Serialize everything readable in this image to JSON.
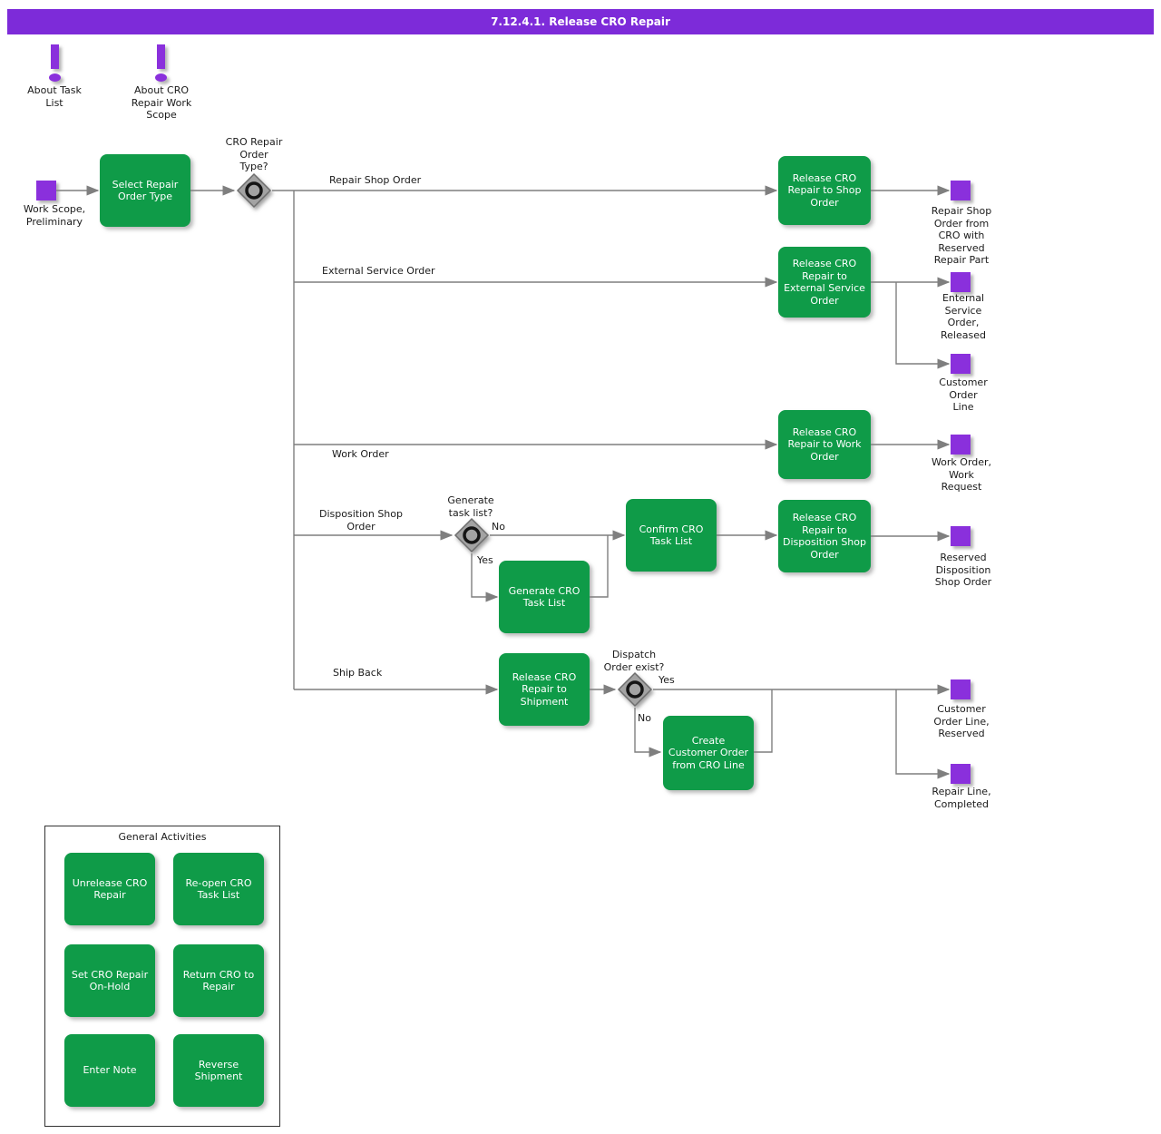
{
  "title": "7.12.4.1. Release CRO Repair",
  "colors": {
    "title_bar_purple": "#7D2BD9",
    "event_purple": "#8A30DC",
    "activity_green": "#0F9B48",
    "connector_gray": "#7F7F7F"
  },
  "info": {
    "about_task_list": "About Task\nList",
    "about_cro_repair_work_scope": "About CRO\nRepair Work\nScope"
  },
  "start": {
    "label": "Work Scope,\nPreliminary"
  },
  "activities": {
    "select_repair_order_type": "Select Repair\nOrder Type",
    "release_to_shop_order": "Release CRO\nRepair to Shop\nOrder",
    "release_to_external_service_order": "Release CRO\nRepair to\nExternal Service\nOrder",
    "release_to_work_order": "Release CRO\nRepair to Work\nOrder",
    "confirm_cro_task_list": "Confirm CRO\nTask List",
    "generate_cro_task_list": "Generate CRO\nTask List",
    "release_to_disposition_shop_order": "Release CRO\nRepair to\nDisposition Shop\nOrder",
    "release_to_shipment": "Release CRO\nRepair to\nShipment",
    "create_customer_order_from_cro_line": "Create\nCustomer Order\nfrom CRO Line"
  },
  "decisions": {
    "cro_repair_order_type": "CRO Repair\nOrder\nType?",
    "generate_task_list": "Generate\ntask list?",
    "dispatch_order_exist": "Dispatch\nOrder exist?"
  },
  "branches": {
    "repair_shop_order": "Repair Shop Order",
    "external_service_order": "External Service Order",
    "work_order": "Work Order",
    "disposition_shop_order": "Disposition Shop\nOrder",
    "ship_back": "Ship Back",
    "no_task_list": "No",
    "yes_task_list": "Yes",
    "yes_dispatch": "Yes",
    "no_dispatch": "No"
  },
  "outputs": {
    "repair_shop_order_from_cro": "Repair Shop\nOrder from\nCRO with\nReserved\nRepair Part",
    "external_service_order_released": "Enternal\nService\nOrder,\nReleased",
    "customer_order_line": "Customer\nOrder\nLine",
    "work_order_work_request": "Work Order,\nWork\nRequest",
    "reserved_disposition_shop_order": "Reserved\nDisposition\nShop Order",
    "customer_order_line_reserved": "Customer\nOrder Line,\nReserved",
    "repair_line_completed": "Repair Line,\nCompleted"
  },
  "general_activities": {
    "title": "General Activities",
    "items": [
      "Unrelease CRO\nRepair",
      "Re-open CRO\nTask List",
      "Set CRO Repair\nOn-Hold",
      "Return CRO to\nRepair",
      "Enter Note",
      "Reverse\nShipment"
    ]
  }
}
